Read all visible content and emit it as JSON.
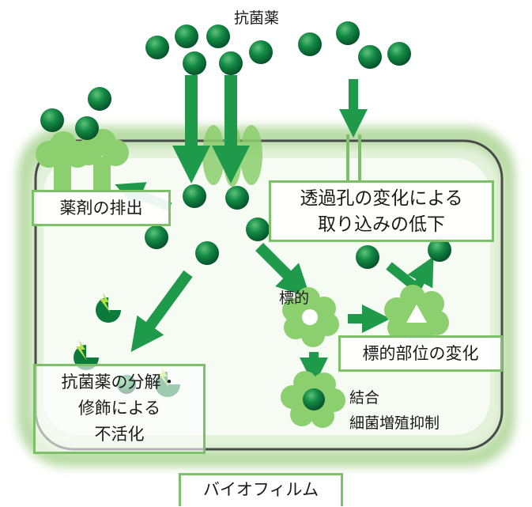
{
  "labels": {
    "antibiotic": "抗菌薬",
    "efflux": "薬剤の排出",
    "porin_line1": "透過孔の変化による",
    "porin_line2": "取り込みの低下",
    "target": "標的",
    "target_change": "標的部位の変化",
    "inactivation_line1": "抗菌薬の分解・",
    "inactivation_line2": "修飾による",
    "inactivation_line3": "不活化",
    "binding_line1": "結合",
    "binding_line2": "細菌増殖抑制",
    "biofilm": "バイオフィルム"
  },
  "colors": {
    "drug_ball": "#0b7a3a",
    "arrow": "#1e9a4a",
    "box_border": "#7cc06a",
    "biofilm": "#b9dca6",
    "cell_wall": "#4a4a4a",
    "protein": "#8ccf6e",
    "enzyme_bolt": "#b6e04a"
  }
}
